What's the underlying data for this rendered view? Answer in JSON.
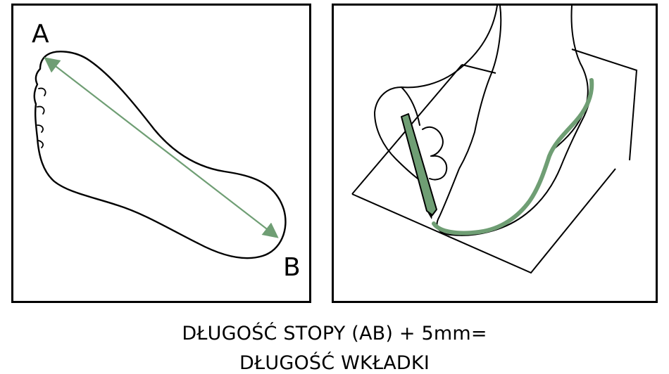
{
  "left_panel": {
    "point_a": "A",
    "point_b": "B"
  },
  "caption": {
    "line1": "DŁUGOŚĆ STOPY (AB) + 5mm=",
    "line2": "DŁUGOŚĆ WKŁADKI"
  },
  "colors": {
    "accent_green": "#6f9e74",
    "outline": "#000000"
  }
}
